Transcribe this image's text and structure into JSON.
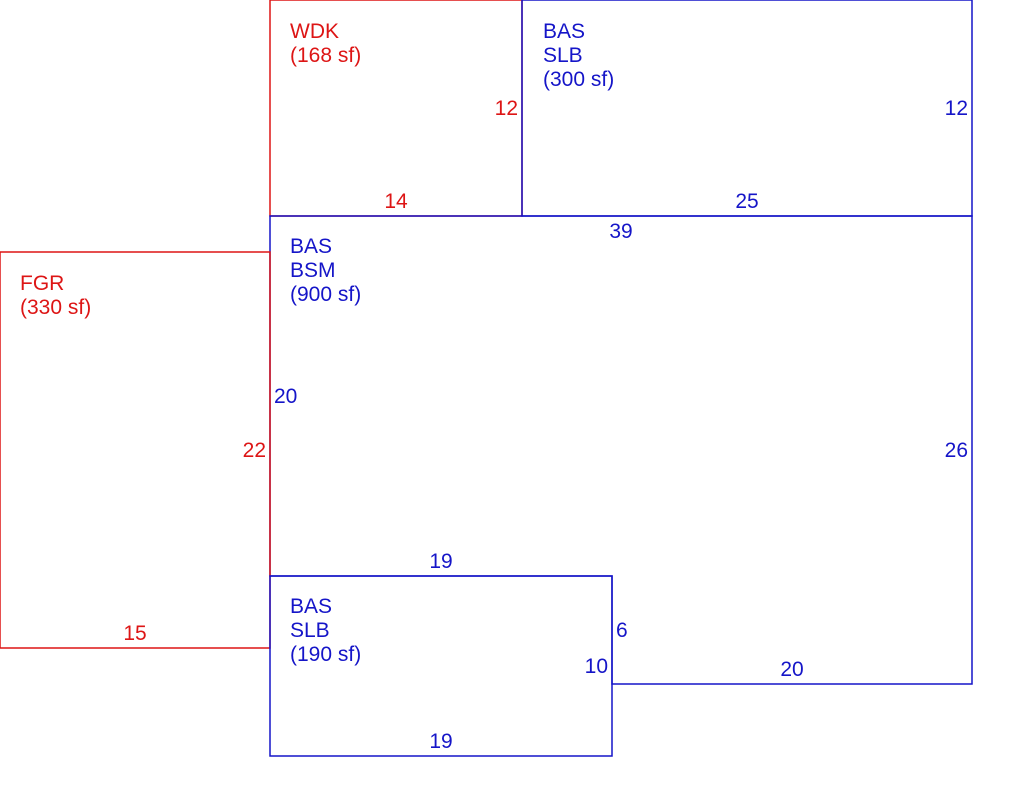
{
  "colors": {
    "blue": "#1515c8",
    "red": "#dd1515"
  },
  "areas": {
    "wdk": {
      "line1": "WDK",
      "line2": "(168 sf)",
      "dim_right": "12",
      "dim_bottom": "14"
    },
    "slb_top": {
      "line1": "BAS",
      "line2": "SLB",
      "line3": "(300 sf)",
      "dim_right": "12",
      "dim_bottom": "25"
    },
    "bsm": {
      "line1": "BAS",
      "line2": "BSM",
      "line3": "(900 sf)",
      "dim_top": "39",
      "dim_left": "20",
      "dim_right": "26",
      "dim_inner_top": "19",
      "dim_step": "6",
      "dim_bottom": "20"
    },
    "fgr": {
      "line1": "FGR",
      "line2": "(330 sf)",
      "dim_right": "22",
      "dim_bottom": "15"
    },
    "slb_bottom": {
      "line1": "BAS",
      "line2": "SLB",
      "line3": "(190 sf)",
      "dim_right": "10",
      "dim_bottom": "19"
    }
  }
}
